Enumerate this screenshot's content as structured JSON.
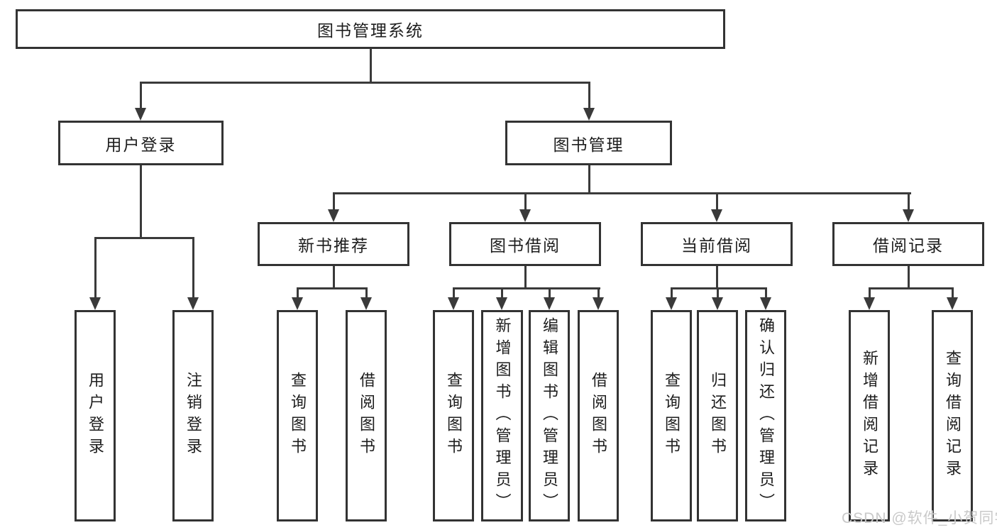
{
  "tree": {
    "root": {
      "label": "图书管理系统",
      "children": [
        {
          "label": "用户登录",
          "children": [
            {
              "label": "用户登录"
            },
            {
              "label": "注销登录"
            }
          ]
        },
        {
          "label": "图书管理",
          "children": [
            {
              "label": "新书推荐",
              "children": [
                {
                  "label": "查询图书"
                },
                {
                  "label": "借阅图书"
                }
              ]
            },
            {
              "label": "图书借阅",
              "children": [
                {
                  "label": "查询图书"
                },
                {
                  "label": "新增图书（管理员）"
                },
                {
                  "label": "编辑图书（管理员）"
                },
                {
                  "label": "借阅图书"
                }
              ]
            },
            {
              "label": "当前借阅",
              "children": [
                {
                  "label": "查询图书"
                },
                {
                  "label": "归还图书"
                },
                {
                  "label": "确认归还（管理员）"
                }
              ]
            },
            {
              "label": "借阅记录",
              "children": [
                {
                  "label": "新增借阅记录"
                },
                {
                  "label": "查询借阅记录"
                }
              ]
            }
          ]
        }
      ]
    }
  },
  "watermark": {
    "text": "CSDN @软件_小贺同学"
  },
  "colors": {
    "box_border": "#333333",
    "connector_line": "#3a3a3a",
    "text": "#1d1d1d",
    "watermark": "#c9c9c9",
    "background": "#ffffff"
  }
}
